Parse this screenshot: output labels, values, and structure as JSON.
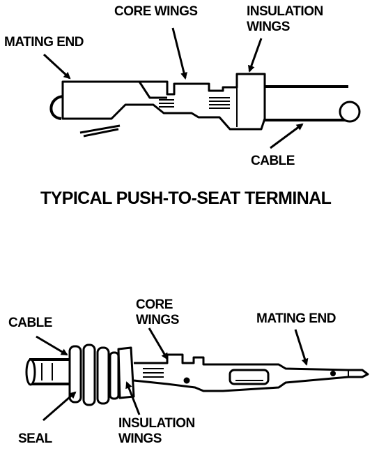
{
  "top_figure": {
    "caption": "TYPICAL PUSH-TO-SEAT TERMINAL",
    "labels": {
      "core_wings": "CORE WINGS",
      "insulation_wings": "INSULATION\nWINGS",
      "mating_end": "MATING END",
      "cable": "CABLE"
    }
  },
  "bottom_figure": {
    "labels": {
      "core_wings": "CORE\nWINGS",
      "mating_end": "MATING END",
      "cable": "CABLE",
      "seal": "SEAL",
      "insulation_wings": "INSULATION\nWINGS"
    }
  },
  "colors": {
    "ink": "#000000",
    "paper": "#ffffff"
  }
}
